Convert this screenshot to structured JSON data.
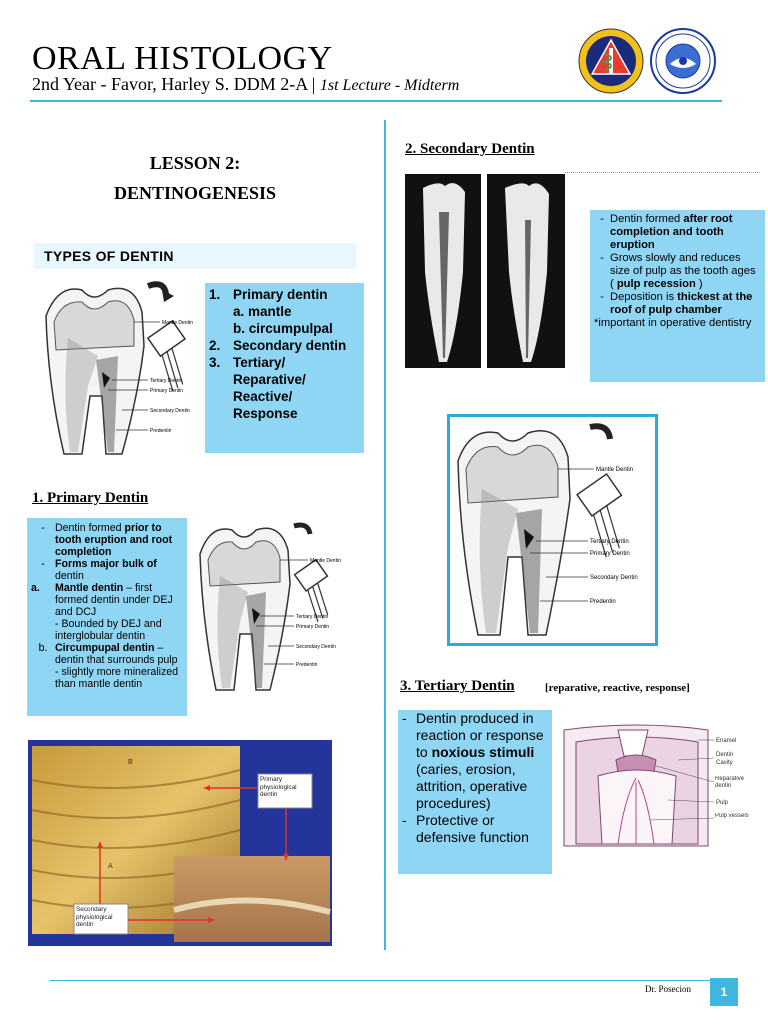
{
  "header": {
    "title": "ORAL HISTOLOGY",
    "subtitle": "2nd Year - Favor, Harley S. DDM 2-A",
    "separator": "|",
    "lecture": "1st Lecture - Midterm"
  },
  "lesson": {
    "line1": "LESSON 2:",
    "line2": "DENTINOGENESIS"
  },
  "types": {
    "heading": "TYPES OF DENTIN",
    "items": [
      {
        "num": "1.",
        "label": "Primary dentin"
      },
      {
        "sub": "a. mantle"
      },
      {
        "sub": "b. circumpulpal"
      },
      {
        "num": "2.",
        "label": "Secondary dentin"
      },
      {
        "num": "3.",
        "label": "Tertiary/ Reparative/ Reactive/ Response"
      }
    ]
  },
  "tooth_labels": {
    "mantle": "Mantle Dentin",
    "tertiary": "Tertiary Dentin",
    "primary": "Primary Dentin",
    "secondary": "Secondary Dentin",
    "predentin": "Predentin"
  },
  "primary": {
    "heading": "1. Primary Dentin",
    "b1_pre": "Dentin formed ",
    "b1_bold": "prior to tooth eruption and root completion",
    "b2_bold": "Forms major bulk of",
    "b2_rest": " dentin",
    "a_bold": "Mantle dentin",
    "a_rest": " – first formed dentin under DEJ and DCJ",
    "a_sub": "- Bounded by DEJ and interglobular dentin",
    "b_bold": "Circumpupal dentin",
    "b_rest": " – dentin  that surrounds pulp",
    "b_sub": "- slightly more mineralized than mantle dentin",
    "mark_dash": "-",
    "mark_a": "a.",
    "mark_b": "b."
  },
  "micro": {
    "label_primary": "Primary physiological dentin",
    "label_secondary": "Secondary physiological dentin",
    "letter_a": "A",
    "letter_b": "B"
  },
  "secondary": {
    "heading": "2. Secondary Dentin",
    "b1_pre": "Dentin formed ",
    "b1_bold": "after root completion and tooth eruption",
    "b2_pre": "Grows slowly and reduces size of pulp as the tooth ages ( ",
    "b2_bold": "pulp recession",
    "b2_post": " )",
    "b3_pre": "Deposition is ",
    "b3_bold": "thickest at the roof of pulp chamber",
    "note": "*important in operative dentistry",
    "mark": "-"
  },
  "tertiary": {
    "heading": "3. Tertiary Dentin",
    "note": "[reparative, reactive, response]",
    "b1_pre": "Dentin produced in reaction or response to ",
    "b1_bold": "noxious stimuli",
    "b1_post": " (caries, erosion, attrition, operative procedures)",
    "b2": "Protective or defensive function",
    "mark": "-",
    "diagram_labels": {
      "enamel": "Enamel",
      "dentin": "Dentin",
      "cavity": "Cavity",
      "reparative": "Reparative dentin",
      "pulp": "Pulp",
      "vessels": "Pulp vessels"
    }
  },
  "footer": {
    "author": "Dr. Posecion",
    "page": "1"
  },
  "colors": {
    "accent": "#3fb6e0",
    "box": "#8fd6f5",
    "micro_bg": "#23349a"
  }
}
